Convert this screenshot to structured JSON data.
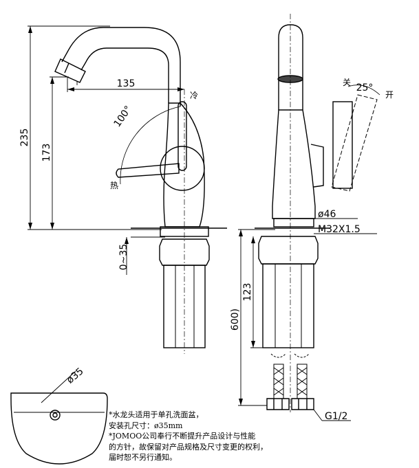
{
  "dimensions": {
    "height_total": "235",
    "height_spout": "173",
    "reach": "135",
    "angle_swivel": "100°",
    "thickness_range": "0~35",
    "base_diameter": "ø46",
    "thread": "M32X1.5",
    "shank_length": "123",
    "hose_length": "600)",
    "angle_handle": "25°",
    "hole_diameter": "ø35",
    "connector": "G1/2"
  },
  "labels": {
    "cold": "冷",
    "hot": "热",
    "closed": "关",
    "open": "开"
  },
  "notes": [
    "*水龙头适用于单孔洗面盆，",
    "  安装孔尺寸：ø35mm",
    "*JOMOO公司奉行不断提升产品设计与性能",
    "  的方针，故保留对产品规格及尺寸变更的权利，",
    "  届时恕不另行通知。"
  ]
}
